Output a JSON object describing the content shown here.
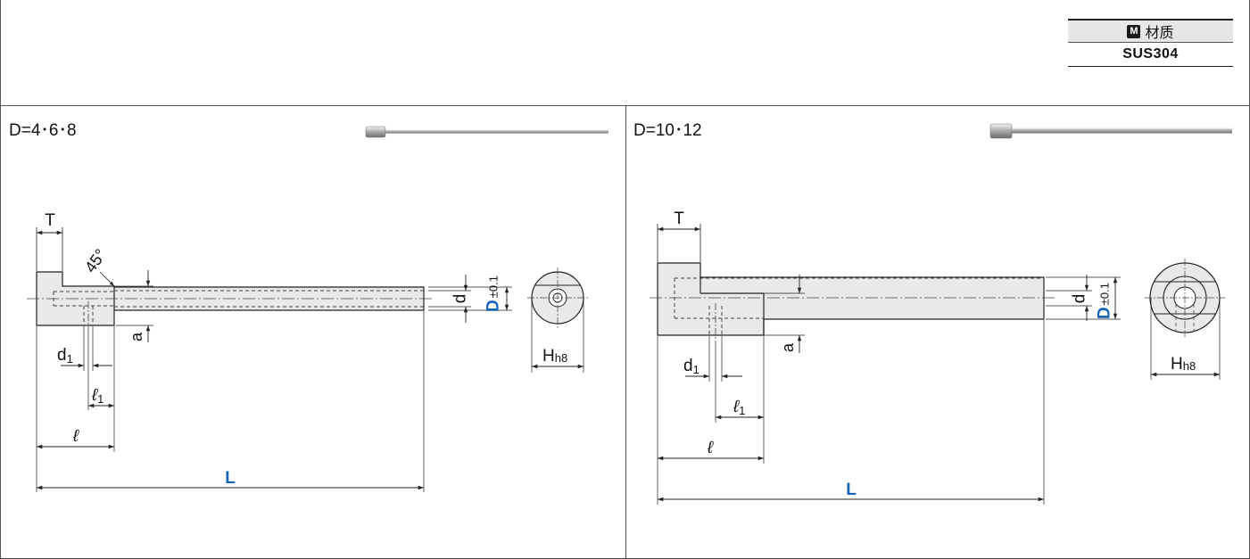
{
  "material": {
    "icon": "M",
    "header": "材质",
    "value": "SUS304"
  },
  "panel_left": {
    "title": "D=4･6･8",
    "labels": {
      "T": "T",
      "angle": "45°",
      "d1_main": "d",
      "d1_sub": "1",
      "l1_main": "ℓ",
      "l1_sub": "1",
      "l": "ℓ",
      "L": "L",
      "a": "a",
      "d": "d",
      "D": "D",
      "tol": "±0.1",
      "H_main": "H",
      "H_sub": "h8"
    }
  },
  "panel_right": {
    "title": "D=10･12",
    "labels": {
      "T": "T",
      "d1_main": "d",
      "d1_sub": "1",
      "l1_main": "ℓ",
      "l1_sub": "1",
      "l": "ℓ",
      "L": "L",
      "a": "a",
      "d": "d",
      "D": "D",
      "tol": "±0.1",
      "H_main": "H",
      "H_sub": "h8"
    }
  },
  "colors": {
    "line": "#222222",
    "fill": "#e9e9e9",
    "accent": "#1463b4",
    "panel_border": "#555555"
  }
}
